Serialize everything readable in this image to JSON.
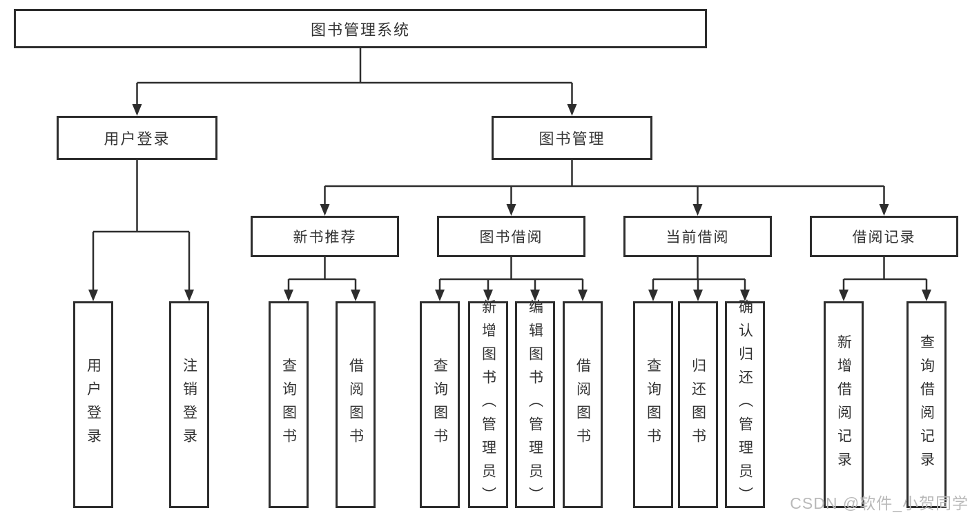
{
  "root": {
    "label": "图书管理系统"
  },
  "level2": [
    {
      "id": "user-login",
      "label": "用户登录"
    },
    {
      "id": "book-management",
      "label": "图书管理"
    }
  ],
  "level3": [
    {
      "id": "new-book-recommend",
      "label": "新书推荐"
    },
    {
      "id": "book-borrow",
      "label": "图书借阅"
    },
    {
      "id": "current-borrow",
      "label": "当前借阅"
    },
    {
      "id": "borrow-record",
      "label": "借阅记录"
    }
  ],
  "leaves": [
    {
      "group": "user-login",
      "label": "用户登录"
    },
    {
      "group": "user-login",
      "label": "注销登录"
    },
    {
      "group": "new-book-recommend",
      "label": "查询图书"
    },
    {
      "group": "new-book-recommend",
      "label": "借阅图书"
    },
    {
      "group": "book-borrow",
      "label": "查询图书"
    },
    {
      "group": "book-borrow",
      "label": "新增图书（管理员）"
    },
    {
      "group": "book-borrow",
      "label": "编辑图书（管理员）"
    },
    {
      "group": "book-borrow",
      "label": "借阅图书"
    },
    {
      "group": "current-borrow",
      "label": "查询图书"
    },
    {
      "group": "current-borrow",
      "label": "归还图书"
    },
    {
      "group": "current-borrow",
      "label": "确认归还（管理员）"
    },
    {
      "group": "borrow-record",
      "label": "新增借阅记录"
    },
    {
      "group": "borrow-record",
      "label": "查询借阅记录"
    }
  ],
  "watermark": "CSDN @软件_小贺同学",
  "colors": {
    "line": "#2d2d2d",
    "text": "#333333",
    "watermark": "#b9b9b9",
    "background": "#ffffff"
  }
}
